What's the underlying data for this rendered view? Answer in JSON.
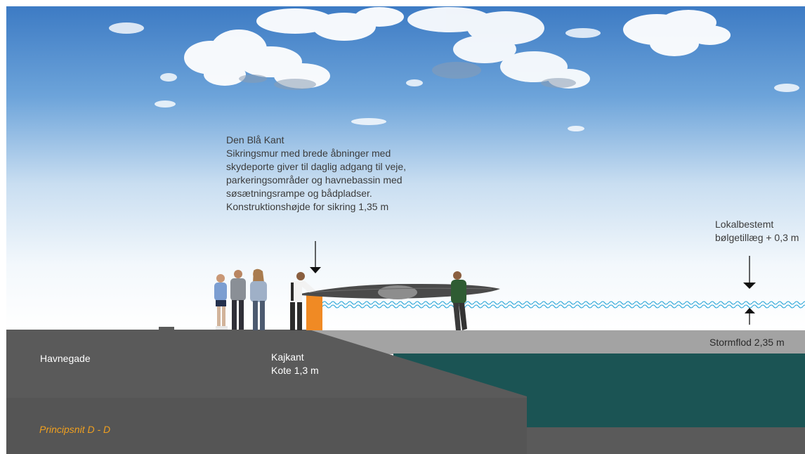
{
  "annotations": {
    "blue_edge": {
      "title": "Den Blå Kant",
      "line1": "Sikringsmur med brede åbninger med",
      "line2": "skydeporte giver til daglig adgang til veje,",
      "line3": "parkeringsområder og havnebassin med",
      "line4": "søsætningsrampe og bådpladser.",
      "line5": "Konstruktionshøjde for sikring 1,35 m"
    },
    "wave": {
      "line1": "Lokalbestemt",
      "line2": "bølgetillæg + 0,3 m"
    },
    "storm_surge": "Stormflod 2,35 m"
  },
  "labels": {
    "harbour_street": "Havnegade",
    "quay_edge": "Kajkant",
    "quay_level": "Kote 1,3 m"
  },
  "caption": "Principsnit D - D",
  "colors": {
    "ground": "#5a5a5a",
    "ground_light": "#a3a3a3",
    "harbour_water": "#1b5454",
    "protection_wall": "#f08a24",
    "wave_line": "#2aa6d8",
    "caption": "#f0a020"
  },
  "icons": [
    "down-arrow-icon",
    "up-arrow-icon"
  ]
}
